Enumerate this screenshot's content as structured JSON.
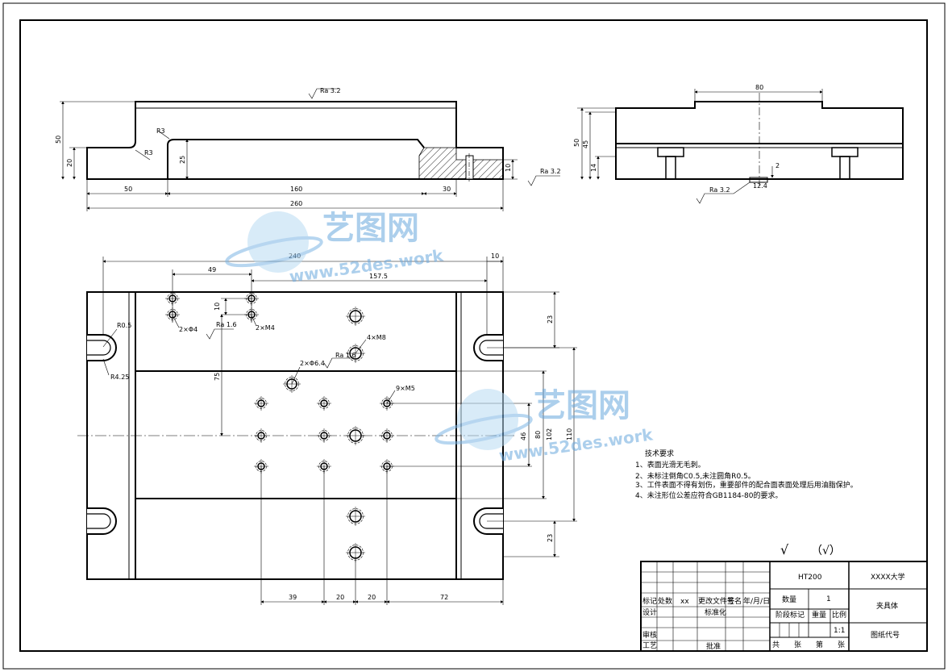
{
  "drawing": {
    "material": "HT200",
    "school": "XXXX大学",
    "part_name": "夹具体",
    "drawing_code_label": "图纸代号",
    "scale": "1:1",
    "quantity": "1",
    "surface_marks": {
      "tick": "√",
      "paren": "（√）"
    }
  },
  "title_block": {
    "row_mark": [
      "标记",
      "处数",
      "xx",
      "更改文件号",
      "签名",
      "年/月/日"
    ],
    "design": "设计",
    "standardize": "标准化",
    "review": "审核",
    "process": "工艺",
    "approve": "批准",
    "qty_label": "数量",
    "stage_label": "阶段标记",
    "weight_label": "重量",
    "scale_label": "比例",
    "total_sheets": "共　　张",
    "sheet_no": "第　　张"
  },
  "notes": {
    "title": "技术要求",
    "items": [
      "1、表面光滑无毛刺。",
      "2、未标注倒角C0.5,未注圆角R0.5。",
      "3、工件表面不得有划伤，重要部件的配合面表面处理后用油脂保护。",
      "4、未注形位公差应符合GB1184-80的要求。"
    ]
  },
  "front_view": {
    "dims": {
      "h50": "50",
      "h20": "20",
      "h25": "25",
      "h10": "10",
      "w50": "50",
      "w160": "160",
      "w30": "30",
      "w260": "260"
    },
    "radius_labels": [
      "R3",
      "R3"
    ],
    "roughness": [
      "Ra 3.2",
      "Ra 3.2"
    ]
  },
  "side_view": {
    "dims": {
      "w80": "80",
      "h50": "50",
      "h45": "45",
      "h14": "14",
      "d2": "2",
      "groove": "12.4"
    },
    "roughness": "Ra 3.2"
  },
  "top_view": {
    "dims": {
      "w240": "240",
      "w10": "10",
      "w49": "49",
      "w157": "157.5",
      "v10": "10",
      "v75": "75",
      "v23a": "23",
      "v23b": "23",
      "v80": "80",
      "v102": "102",
      "v110": "110",
      "v46": "46",
      "b39": "39",
      "b20a": "20",
      "b20b": "20",
      "b72": "72"
    },
    "callouts": {
      "r05": "R0.5",
      "r425": "R4.25",
      "holes2x4": "2×Φ4",
      "m4": "2×M4",
      "ra16a": "Ra 1.6",
      "m8": "4×M8",
      "holes2x64": "2×Φ6.4",
      "ra16b": "Ra 1.6",
      "m5": "9×M5"
    }
  },
  "watermark": {
    "brand": "艺图网",
    "url": "www.52des.work"
  }
}
